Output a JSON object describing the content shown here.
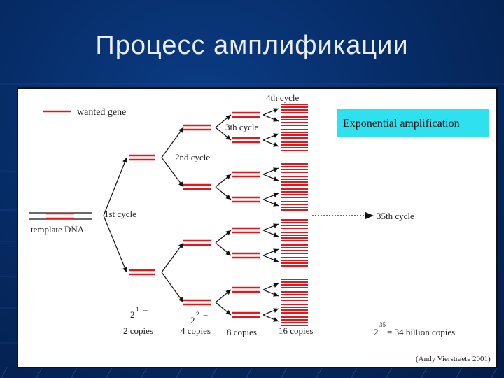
{
  "slide": {
    "title": "Процесс амплификации"
  },
  "diagram": {
    "legend_label": "wanted gene",
    "template_label": "template DNA",
    "cycle_labels": [
      "1st cycle",
      "2nd cycle",
      "3th cycle",
      "4th cycle"
    ],
    "final_cycle_label": "35th cycle",
    "exponential_box": "Exponential amplification",
    "counts": [
      {
        "base": "2",
        "exp": "1",
        "eq": "=",
        "copies": "2 copies"
      },
      {
        "base": "2",
        "exp": "2",
        "eq": "=",
        "copies": "4 copies"
      },
      {
        "copies": "8 copies"
      },
      {
        "copies": "16 copies"
      }
    ],
    "final_count": {
      "base": "2",
      "exp": "35",
      "text": "= 34 billion copies"
    },
    "credit": "(Andy Vierstraete 2001)"
  },
  "colors": {
    "gene_red": "#e8131b",
    "box_cyan": "#2fe0ee",
    "slide_blue": "#062a63"
  }
}
